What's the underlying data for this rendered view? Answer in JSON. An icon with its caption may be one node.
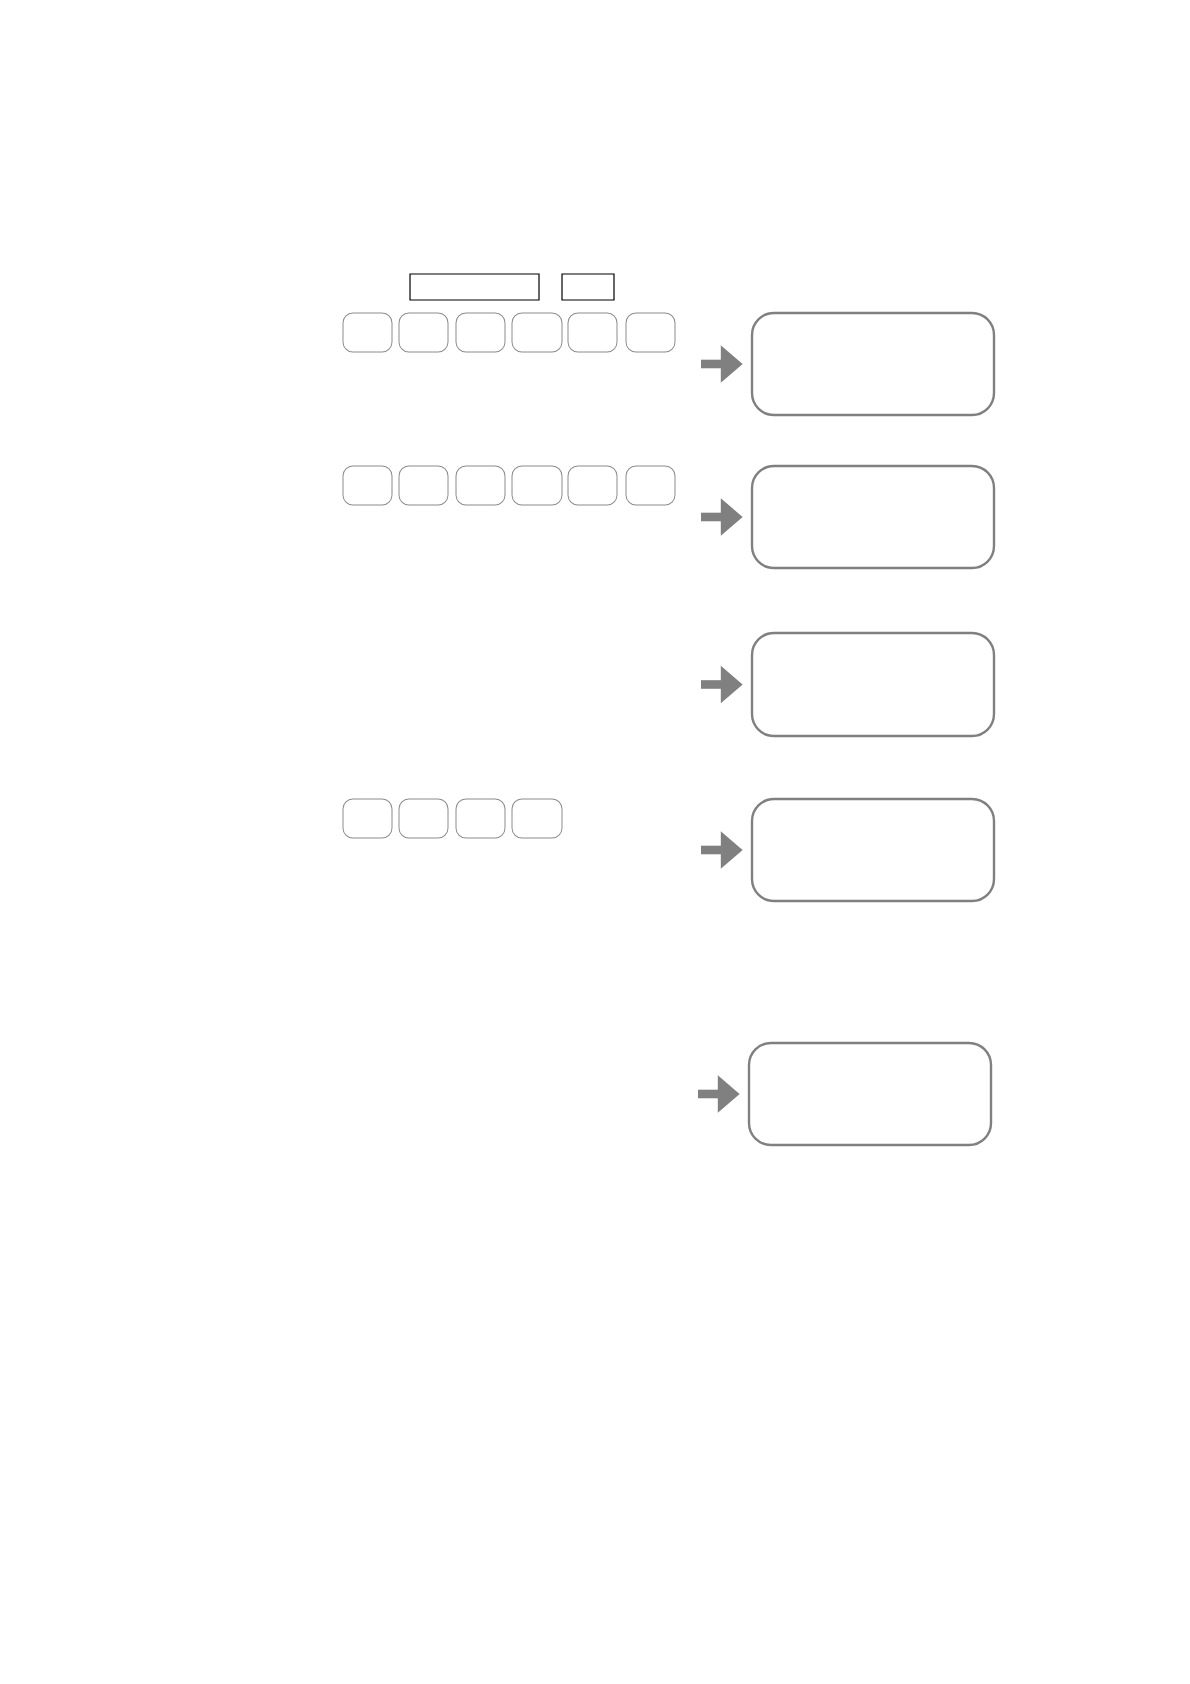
{
  "diagram": {
    "nodes": [
      {
        "text": [],
        "shape": "box"
      },
      {
        "text": [],
        "shape": "box"
      },
      {
        "text": [],
        "shape": "box"
      },
      {
        "text": [],
        "shape": "box"
      },
      {
        "text": [],
        "shape": "box"
      },
      {
        "text": [],
        "shape": "box"
      },
      {
        "text": [],
        "shape": "box"
      },
      {
        "text": [],
        "shape": "box"
      },
      {
        "text": [],
        "shape": "box"
      },
      {
        "text": [],
        "shape": "box"
      },
      {
        "text": [],
        "shape": "box"
      },
      {
        "text": [],
        "shape": "box"
      },
      {
        "text": [],
        "shape": "box"
      },
      {
        "text": [],
        "shape": "box"
      },
      {
        "text": [],
        "shape": "box"
      },
      {
        "text": [],
        "shape": "box"
      },
      {
        "text": [],
        "shape": "box"
      },
      {
        "text": [],
        "shape": "box"
      },
      {
        "text": [],
        "shape": "box"
      },
      {
        "text": [],
        "shape": "box"
      },
      {
        "text": [],
        "shape": "box"
      },
      {
        "text": [],
        "shape": "box"
      },
      {
        "text": [],
        "shape": "box"
      }
    ],
    "edges": [
      {
        "from": null,
        "to": 8,
        "arrow": "to"
      },
      {
        "from": null,
        "to": 15,
        "arrow": "to"
      },
      {
        "from": null,
        "to": 16,
        "arrow": "to"
      },
      {
        "from": null,
        "to": 21,
        "arrow": "to"
      },
      {
        "from": null,
        "to": 22,
        "arrow": "to"
      }
    ]
  }
}
